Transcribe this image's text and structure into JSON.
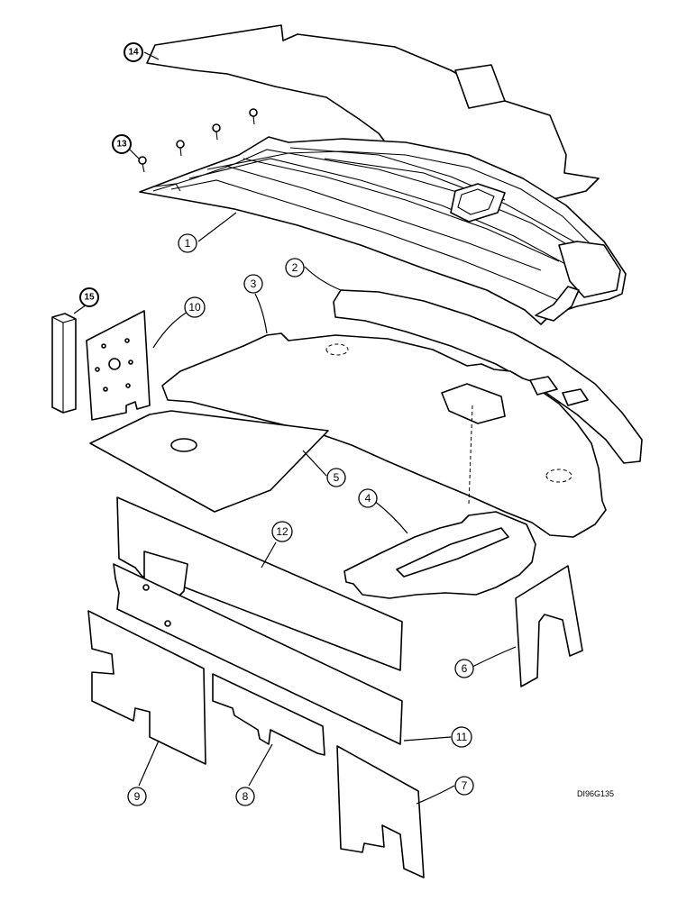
{
  "drawing_code": "DI96G135",
  "callouts": {
    "c1": "1",
    "c2": "2",
    "c3": "3",
    "c4": "4",
    "c5": "5",
    "c6": "6",
    "c7": "7",
    "c8": "8",
    "c9": "9",
    "c10": "10",
    "c11": "11",
    "c12": "12",
    "c13": "13",
    "c14": "14",
    "c15": "15"
  }
}
